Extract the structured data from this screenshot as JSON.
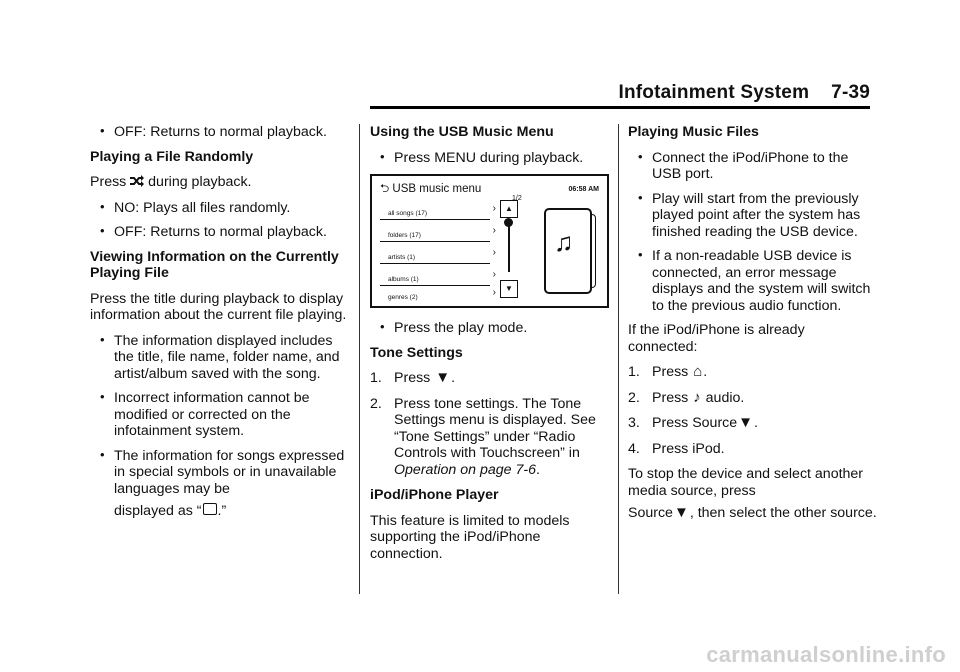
{
  "header": {
    "title": "Infotainment System",
    "page": "7-39"
  },
  "col1": {
    "b_off1": "OFF: Returns to normal playback.",
    "h_random": "Playing a File Randomly",
    "press": "Press",
    "during_playback": "during playback.",
    "b_no": "NO: Plays all files randomly.",
    "b_off2": "OFF: Returns to normal playback.",
    "h_view": "Viewing Information on the Currently Playing File",
    "p_view": "Press the title during playback to display information about the current file playing.",
    "b_info": "The information displayed includes the title, file name, folder name, and artist/album saved with the song.",
    "b_incorrect": "Incorrect information cannot be modified or corrected on the infotainment system.",
    "b_songs": "The information for songs expressed in special symbols or in unavailable languages may be",
    "displayed_as": "displayed as “",
    "quote_end": ".”"
  },
  "col2": {
    "h_usb": "Using the USB Music Menu",
    "b_menu": "Press MENU during playback.",
    "screen": {
      "back": "⮌",
      "title": "USB music menu",
      "time": "06:58 AM",
      "page": "1/2",
      "items": [
        "all songs (17)",
        "folders (17)",
        "artists (1)",
        "albums (1)",
        "genres (2)"
      ],
      "chevron": "›",
      "up": "▲",
      "down": "▼",
      "note": "♫"
    },
    "b_play": "Press the play mode.",
    "h_tone": "Tone Settings",
    "s1_n": "1.",
    "s1": "Press",
    "s1_end": ".",
    "s2_n": "2.",
    "s2": "Press tone settings. The Tone Settings menu is displayed. See “Tone Settings” under “Radio Controls with Touchscreen” in",
    "s2_ital": "Operation on page 7-6",
    "s2_end": ".",
    "h_ipod": "iPod/iPhone Player",
    "p_ipod": "This feature is limited to models supporting the iPod/iPhone connection."
  },
  "col3": {
    "h_music": "Playing Music Files",
    "b_connect": "Connect the iPod/iPhone to the USB port.",
    "b_start": "Play will start from the previously played point after the system has finished reading the USB device.",
    "b_nonread": "If a non-readable USB device is connected, an error message displays and the system will switch to the previous audio function.",
    "p_if": "If the iPod/iPhone is already connected:",
    "s1_n": "1.",
    "s1": "Press",
    "s1_end": ".",
    "s2_n": "2.",
    "s2": "Press",
    "s2_end": "audio.",
    "s3_n": "3.",
    "s3": "Press Source",
    "s3_end": ".",
    "s4_n": "4.",
    "s4": "Press iPod.",
    "p_stop1": "To stop the device and select another media source, press",
    "p_stop2": "Source",
    "p_stop3": ", then select the other source."
  },
  "glyphs": {
    "down_triangle": "▼",
    "home": "⌂",
    "music": "♪"
  },
  "watermark": "carmanualsonline.info"
}
